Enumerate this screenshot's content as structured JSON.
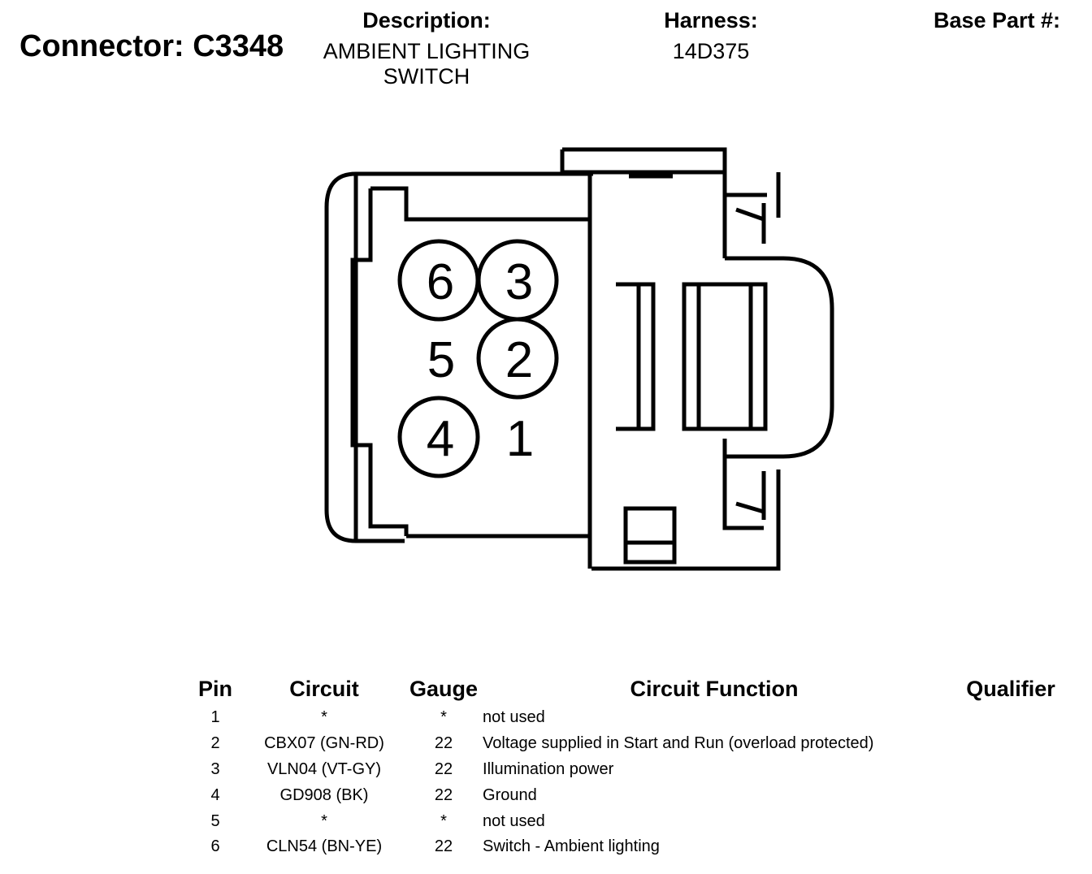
{
  "connector": {
    "title": "Connector: C3348",
    "description_label": "Description:",
    "description_lines": [
      "AMBIENT LIGHTING",
      "SWITCH"
    ],
    "harness_label": "Harness:",
    "harness_value": "14D375",
    "base_part_label": "Base Part #:"
  },
  "diagram": {
    "pins": [
      {
        "label": "6",
        "circled": true
      },
      {
        "label": "3",
        "circled": true
      },
      {
        "label": "5",
        "circled": false
      },
      {
        "label": "2",
        "circled": true
      },
      {
        "label": "4",
        "circled": true
      },
      {
        "label": "1",
        "circled": false
      }
    ]
  },
  "table": {
    "headers": {
      "pin": "Pin",
      "circuit": "Circuit",
      "gauge": "Gauge",
      "function": "Circuit Function",
      "qualifier": "Qualifier"
    },
    "rows": [
      {
        "pin": "1",
        "circuit": "*",
        "gauge": "*",
        "function": "not used",
        "qualifier": ""
      },
      {
        "pin": "2",
        "circuit": "CBX07 (GN-RD)",
        "gauge": "22",
        "function": "Voltage supplied in Start and Run (overload protected)",
        "qualifier": ""
      },
      {
        "pin": "3",
        "circuit": "VLN04 (VT-GY)",
        "gauge": "22",
        "function": "Illumination power",
        "qualifier": ""
      },
      {
        "pin": "4",
        "circuit": "GD908 (BK)",
        "gauge": "22",
        "function": "Ground",
        "qualifier": ""
      },
      {
        "pin": "5",
        "circuit": "*",
        "gauge": "*",
        "function": "not used",
        "qualifier": ""
      },
      {
        "pin": "6",
        "circuit": "CLN54 (BN-YE)",
        "gauge": "22",
        "function": "Switch - Ambient lighting",
        "qualifier": ""
      }
    ]
  }
}
